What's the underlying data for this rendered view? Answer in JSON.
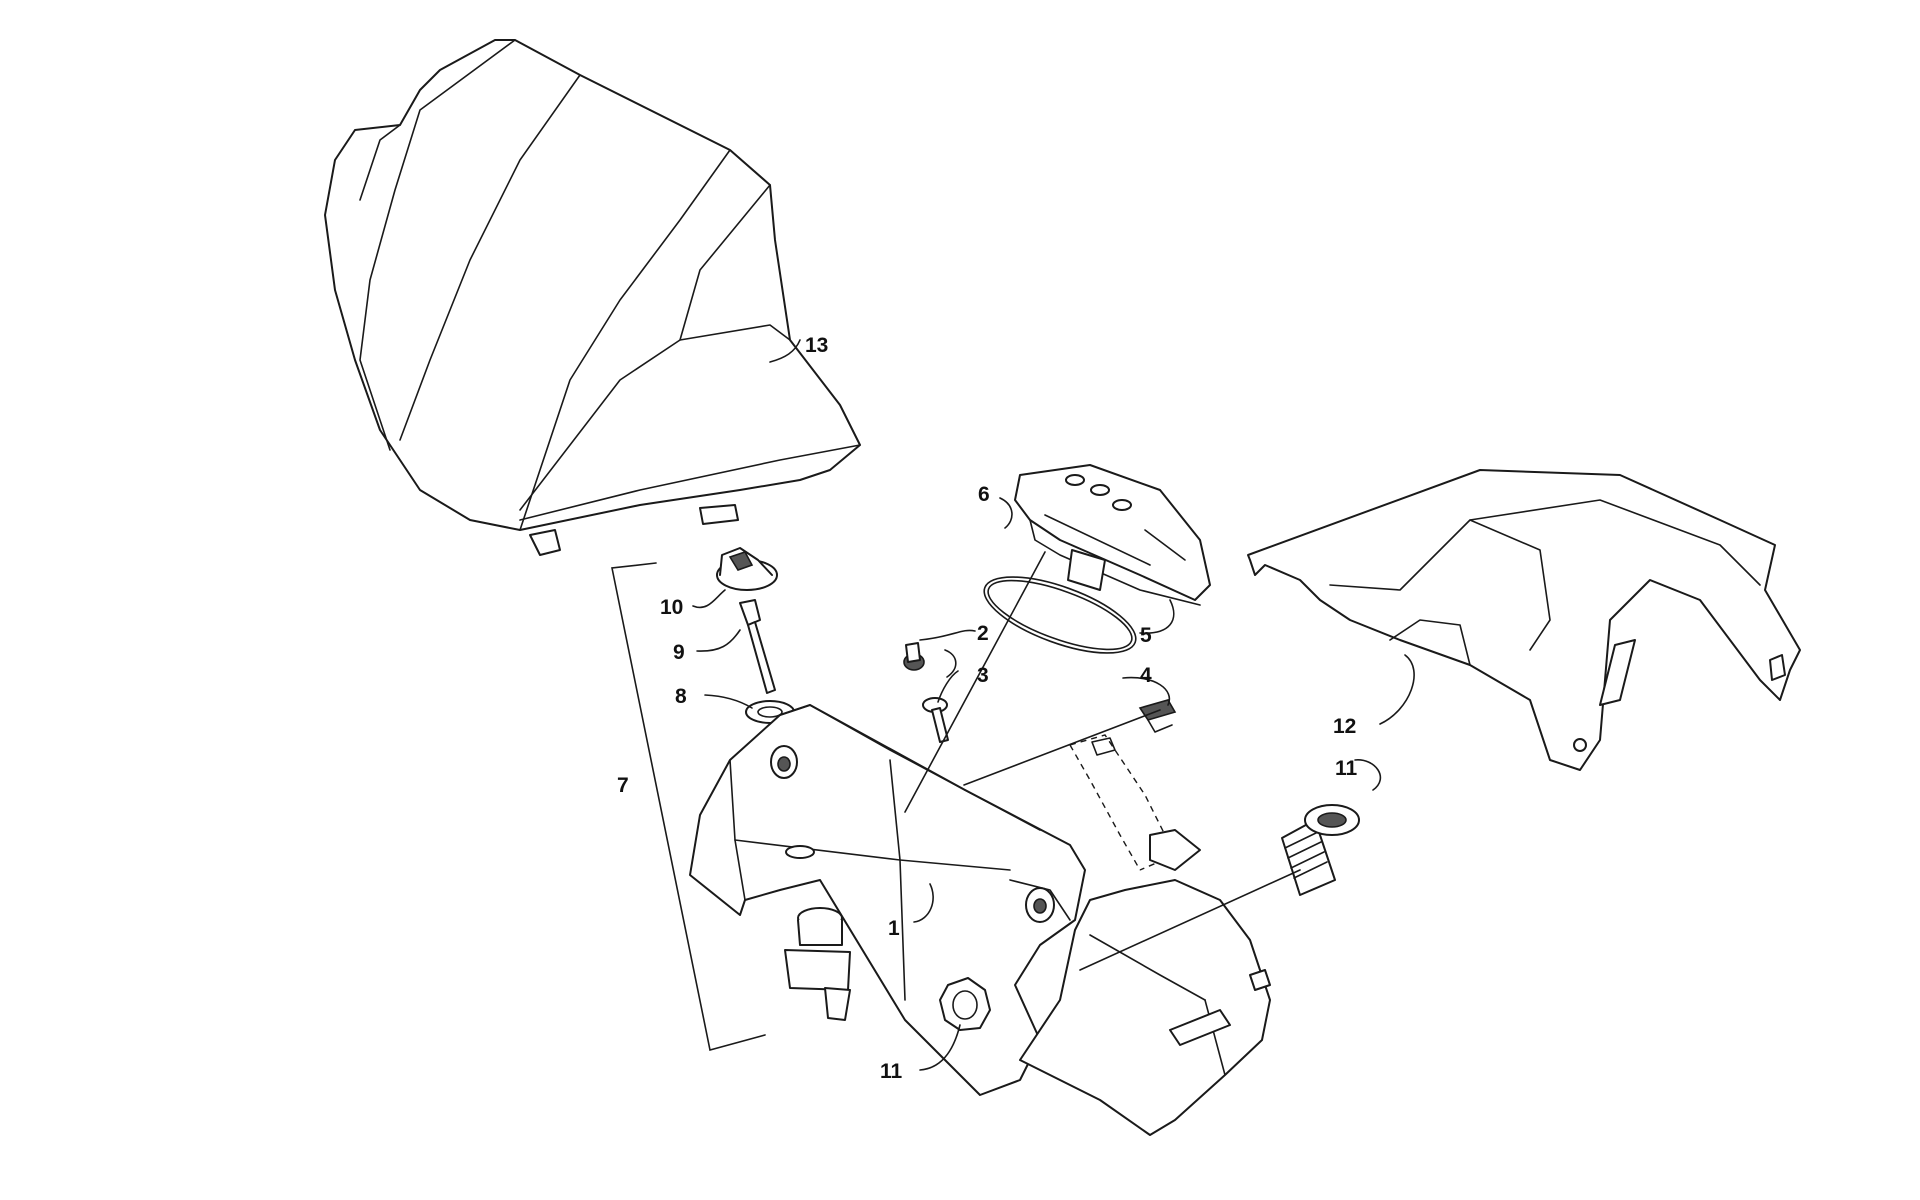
{
  "callouts": [
    {
      "id": "c13",
      "label": "13"
    },
    {
      "id": "c10",
      "label": "10"
    },
    {
      "id": "c9",
      "label": "9"
    },
    {
      "id": "c8",
      "label": "8"
    },
    {
      "id": "c7",
      "label": "7"
    },
    {
      "id": "c6",
      "label": "6"
    },
    {
      "id": "c5",
      "label": "5"
    },
    {
      "id": "c4",
      "label": "4"
    },
    {
      "id": "c3",
      "label": "3"
    },
    {
      "id": "c2",
      "label": "2"
    },
    {
      "id": "c1",
      "label": "1"
    },
    {
      "id": "c11a",
      "label": "11"
    },
    {
      "id": "c11b",
      "label": "11"
    },
    {
      "id": "c12",
      "label": "12"
    }
  ],
  "colors": {
    "line": "#1a1a1a",
    "background": "#ffffff",
    "shade": "#555555"
  }
}
